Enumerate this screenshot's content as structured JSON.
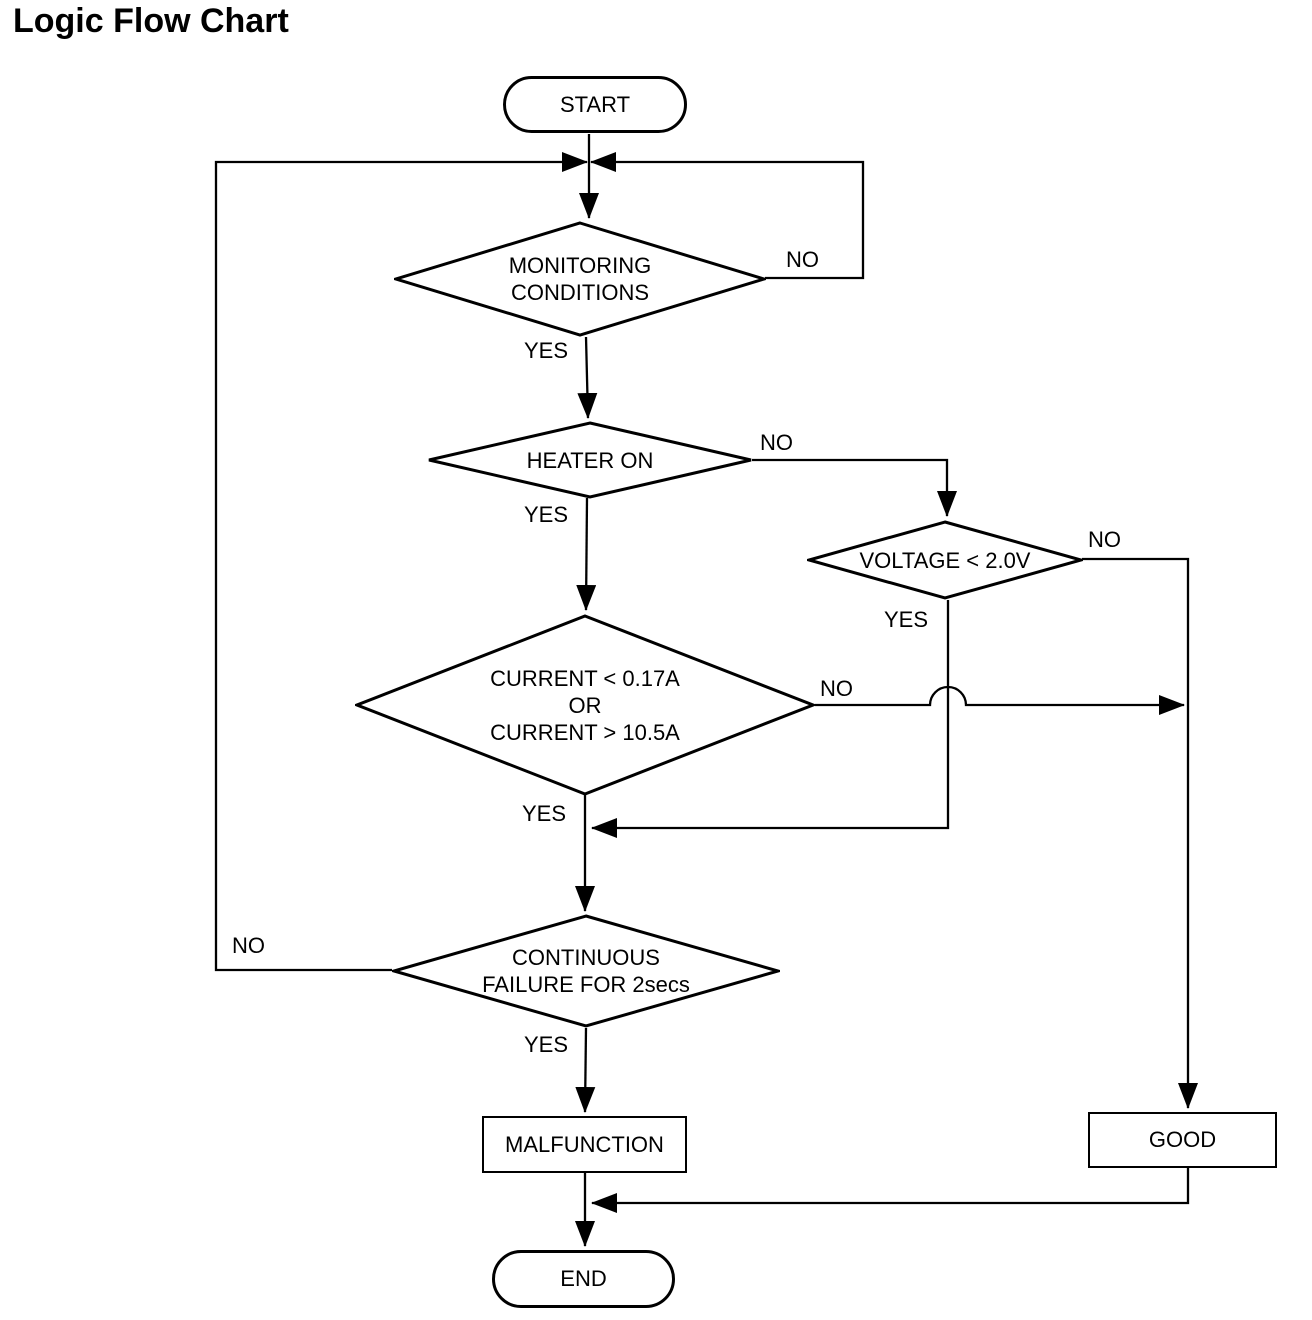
{
  "title": "Logic Flow Chart",
  "colors": {
    "line": "#000000",
    "background": "#ffffff",
    "text": "#000000"
  },
  "nodes": {
    "start": {
      "type": "terminator",
      "label": "START"
    },
    "monitoring": {
      "type": "decision",
      "lines": [
        "MONITORING",
        "CONDITIONS"
      ]
    },
    "heater": {
      "type": "decision",
      "lines": [
        "HEATER ON"
      ]
    },
    "voltage": {
      "type": "decision",
      "lines": [
        "VOLTAGE < 2.0V"
      ]
    },
    "current": {
      "type": "decision",
      "lines": [
        "CURRENT < 0.17A",
        "OR",
        "CURRENT > 10.5A"
      ]
    },
    "continuous": {
      "type": "decision",
      "lines": [
        "CONTINUOUS",
        "FAILURE FOR 2secs"
      ]
    },
    "malfunction": {
      "type": "process",
      "label": "MALFUNCTION"
    },
    "good": {
      "type": "process",
      "label": "GOOD"
    },
    "end": {
      "type": "terminator",
      "label": "END"
    }
  },
  "edge_labels": {
    "monitoring_no": "NO",
    "monitoring_yes": "YES",
    "heater_no": "NO",
    "heater_yes": "YES",
    "voltage_no": "NO",
    "voltage_yes": "YES",
    "current_no": "NO",
    "current_yes": "YES",
    "continuous_no": "NO",
    "continuous_yes": "YES"
  }
}
